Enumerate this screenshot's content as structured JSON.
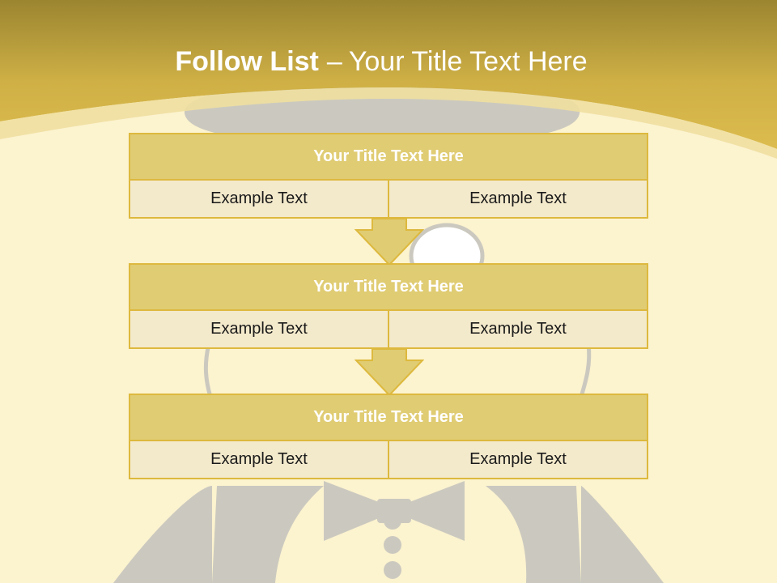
{
  "slide": {
    "title_bold": "Follow List",
    "title_separator": "–",
    "title_rest": "Your Title Text Here"
  },
  "steps": [
    {
      "title": "Your Title Text Here",
      "cells": [
        "Example Text",
        "Example Text"
      ]
    },
    {
      "title": "Your Title Text Here",
      "cells": [
        "Example Text",
        "Example Text"
      ]
    },
    {
      "title": "Your Title Text Here",
      "cells": [
        "Example Text",
        "Example Text"
      ]
    }
  ],
  "colors": {
    "background": "#fcf3cf",
    "header_band": "#d4b444",
    "box_border": "#ddb93e",
    "box_header": "#e0cc73",
    "box_cell": "#f3e9cb",
    "arrow_fill": "#e0cc73",
    "figure": "#cbc9bf"
  }
}
